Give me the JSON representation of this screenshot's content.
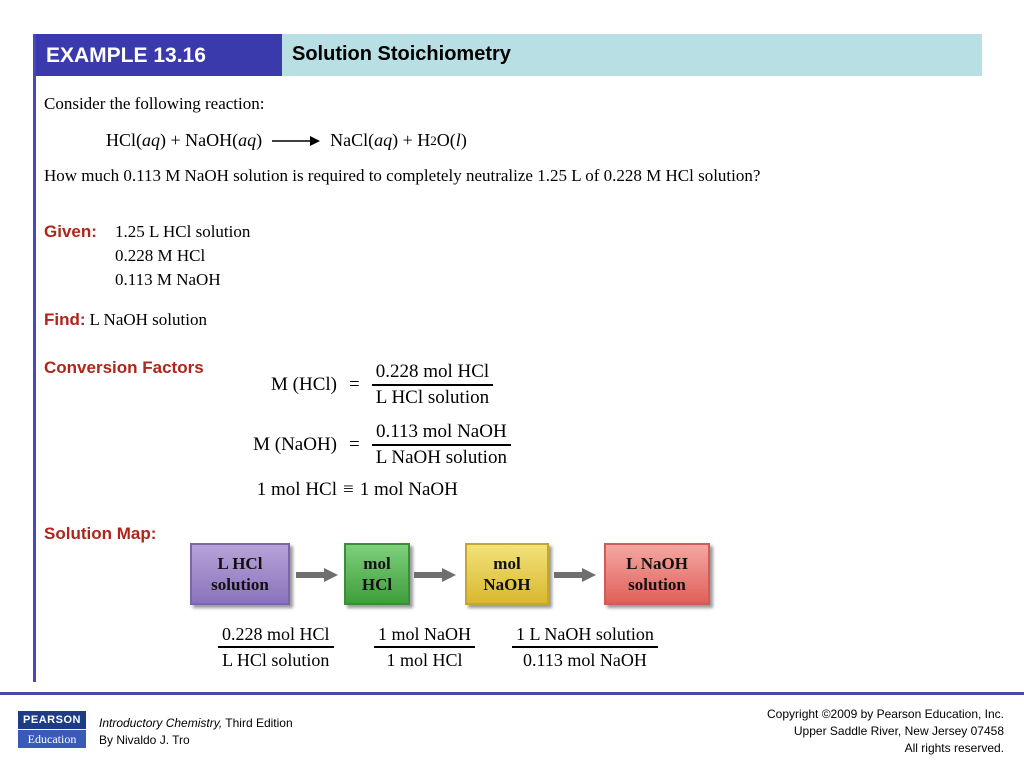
{
  "header": {
    "example_label": "EXAMPLE 13.16",
    "topic_title": "Solution Stoichiometry"
  },
  "problem": {
    "intro": "Consider the following reaction:",
    "reaction": {
      "hcl": "HCl(",
      "aq1": "aq",
      "plus1": ") + NaOH(",
      "aq2": "aq",
      "close2": ")",
      "nacl": "NaCl(",
      "aq3": "aq",
      "plus2": ") + H",
      "sub": "2",
      "water": "O(",
      "liquid": "l",
      "close3": ")"
    },
    "question": "How much 0.113 M NaOH solution is required to completely neutralize 1.25 L of 0.228 M HCl solution?"
  },
  "given": {
    "label": "Given:",
    "items": [
      "1.25 L HCl solution",
      "0.228 M HCl",
      "0.113 M NaOH"
    ]
  },
  "find": {
    "label": "Find:",
    "value": "L NaOH solution"
  },
  "conversion": {
    "label": "Conversion Factors",
    "factors": [
      {
        "lhs": "M (HCl)",
        "eq": "=",
        "num": "0.228 mol HCl",
        "den": "L HCl solution"
      },
      {
        "lhs": "M (NaOH)",
        "eq": "=",
        "num": "0.113 mol NaOH",
        "den": "L NaOH solution"
      }
    ],
    "equivalence": {
      "lhs": "1 mol HCl",
      "eq": "≡",
      "rhs": "1 mol NaOH"
    }
  },
  "solution_map": {
    "label": "Solution Map:",
    "boxes": [
      {
        "line1": "L HCl",
        "line2": "solution",
        "color": "#9a85c8"
      },
      {
        "line1": "mol",
        "line2": "HCl",
        "color": "#4fb34c"
      },
      {
        "line1": "mol",
        "line2": "NaOH",
        "color": "#e5c948"
      },
      {
        "line1": "L NaOH",
        "line2": "solution",
        "color": "#e5716b"
      }
    ],
    "steps": [
      {
        "num": "0.228 mol HCl",
        "den": "L HCl solution"
      },
      {
        "num": "1 mol NaOH",
        "den": "1 mol HCl"
      },
      {
        "num": "1 L NaOH solution",
        "den": "0.113 mol NaOH"
      }
    ]
  },
  "footer": {
    "logo_top": "PEARSON",
    "logo_bottom": "Education",
    "book_title": "Introductory Chemistry,",
    "edition": " Third Edition",
    "author": "By Nivaldo J. Tro",
    "copyright": "Copyright ©2009 by Pearson Education, Inc.",
    "address": "Upper Saddle River, New Jersey 07458",
    "rights": "All rights reserved."
  },
  "colors": {
    "header_blue": "#3a3aad",
    "header_teal": "#b7dfe4",
    "label_red": "#b0241c"
  }
}
